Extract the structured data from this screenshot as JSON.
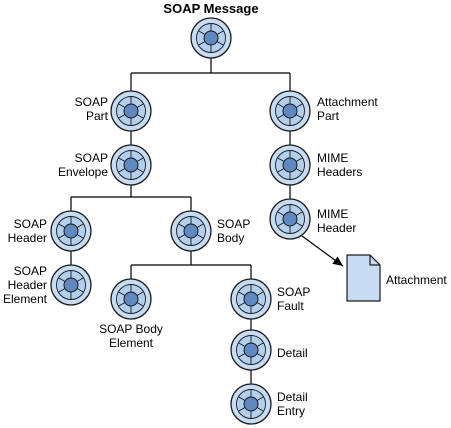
{
  "title": "SOAP Message",
  "colors": {
    "node_outer": "#c6dcf2",
    "node_spoke_area": "#b3cfee",
    "node_center": "#5f89c0",
    "node_stroke": "#1a1a1a",
    "document_fill": "#c6dcf2"
  },
  "node_icon": "tree-node-icon",
  "document_icon": "document-icon",
  "nodes": {
    "soap_message": {
      "lines": []
    },
    "soap_part": {
      "lines": [
        "SOAP",
        "Part"
      ]
    },
    "soap_envelope": {
      "lines": [
        "SOAP",
        "Envelope"
      ]
    },
    "soap_header": {
      "lines": [
        "SOAP",
        "Header"
      ]
    },
    "soap_header_element": {
      "lines": [
        "SOAP",
        "Header",
        "Element"
      ]
    },
    "soap_body": {
      "lines": [
        "SOAP",
        "Body"
      ]
    },
    "soap_body_element": {
      "lines": [
        "SOAP Body",
        "Element"
      ]
    },
    "soap_fault": {
      "lines": [
        "SOAP",
        "Fault"
      ]
    },
    "detail": {
      "lines": [
        "Detail"
      ]
    },
    "detail_entry": {
      "lines": [
        "Detail",
        "Entry"
      ]
    },
    "attachment_part": {
      "lines": [
        "Attachment",
        "Part"
      ]
    },
    "mime_headers": {
      "lines": [
        "MIME",
        "Headers"
      ]
    },
    "mime_header": {
      "lines": [
        "MIME",
        "Header"
      ]
    }
  },
  "attachment": {
    "label": "Attachment"
  }
}
